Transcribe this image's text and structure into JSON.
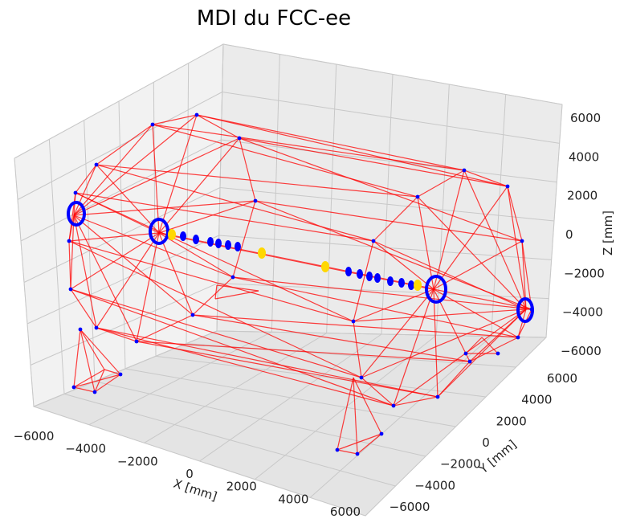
{
  "chart_data": {
    "type": "scatter",
    "title": "MDI du FCC-ee",
    "xlabel": "X [mm]",
    "ylabel": "Y [mm]",
    "zlabel": "Z [mm]",
    "xlim": [
      -6000,
      6000
    ],
    "ylim": [
      -6000,
      6000
    ],
    "zlim": [
      -6000,
      6000
    ],
    "x_ticks": [
      "−6000",
      "−4000",
      "−2000",
      "0",
      "2000",
      "4000",
      "6000"
    ],
    "y_ticks": [
      "−6000",
      "−4000",
      "−2000",
      "0",
      "2000",
      "4000",
      "6000"
    ],
    "z_ticks": [
      "−6000",
      "−4000",
      "−2000",
      "0",
      "2000",
      "4000",
      "6000"
    ],
    "grid": true,
    "structure_colors": {
      "frame_lines": "#ff0000",
      "magnets": "#0000ff",
      "beam_elements": "#ffd700"
    }
  }
}
